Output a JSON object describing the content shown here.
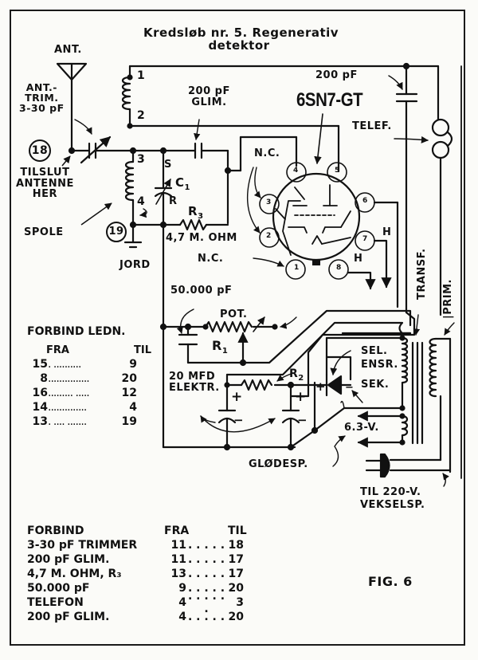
{
  "title": {
    "line1": "Kredsløb nr. 5. Regenerativ",
    "line2": "detektor"
  },
  "tube": {
    "name": "6SN7-GT",
    "pins": [
      "1",
      "2",
      "3",
      "4",
      "5",
      "6",
      "7",
      "8"
    ],
    "nc_label_top": "N.C.",
    "nc_label_bottom": "N.C.",
    "heater_labels": [
      "H",
      "H"
    ]
  },
  "labels": {
    "ant": "ANT.",
    "ant_trim": [
      "ANT.-",
      "TRIM.",
      "3-30 pF"
    ],
    "node18": "18",
    "node19": "19",
    "tilslut": [
      "TILSLUT",
      "ANTENNE",
      "HER"
    ],
    "spole": "SPOLE",
    "jord": "JORD",
    "coil_taps": [
      "1",
      "2",
      "3",
      "4"
    ],
    "c1_s": "S",
    "c1": "C",
    "c1_sub": "1",
    "c1_r": "R",
    "r3": "R",
    "r3_sub": "3",
    "r3_value": "4,7 M. OHM",
    "glim_cap": [
      "200 pF",
      "GLIM."
    ],
    "cap_200_top": "200 pF",
    "telef": "TELEF.",
    "cap_50000": "50.000 pF",
    "pot": "POT.",
    "r1": "R",
    "r1_sub": "1",
    "r2": "R",
    "r2_sub": "2",
    "elektr": [
      "20 MFD",
      "ELEKTR."
    ],
    "sel_ensr": [
      "SEL.",
      "ENSR.",
      "SEK."
    ],
    "transf": "TRANSF.",
    "prim": "PRIM.",
    "v63": "6.3-V.",
    "glodesp": "GLØDESP.",
    "mains": [
      "TIL 220-V.",
      "VEKSELSP."
    ],
    "plus": "+",
    "minus": "−",
    "fig": "FIG. 6"
  },
  "wiring_table_1": {
    "title": "FORBIND LEDN.",
    "headers": [
      "FRA",
      "TIL"
    ],
    "rows": [
      {
        "fra": "15",
        "dots": ". ..........",
        "til": "9"
      },
      {
        "fra": "8",
        "dots": "...............",
        "til": "20"
      },
      {
        "fra": "16",
        "dots": "......... .....",
        "til": "12"
      },
      {
        "fra": "14",
        "dots": "..............",
        "til": "4"
      },
      {
        "fra": "13",
        "dots": ". .... .......",
        "til": "19"
      }
    ]
  },
  "wiring_table_2": {
    "headers": [
      "FORBIND",
      "FRA",
      "TIL"
    ],
    "rows": [
      {
        "item": "3-30 pF TRIMMER",
        "fra": "11",
        "dots": ". . . . .",
        "til": "18"
      },
      {
        "item": "200 pF GLIM.",
        "fra": "11",
        "dots": ". . . . .",
        "til": "17"
      },
      {
        "item": "4,7 M. OHM, R₃",
        "fra": "13",
        "dots": ". . . . .",
        "til": "17"
      },
      {
        "item": "50.000 pF",
        "fra": "9",
        "dots": ". . . . .",
        "til": "20"
      },
      {
        "item": "TELEFON",
        "fra": "4",
        "dots": ". . . . . .",
        "til": "3"
      },
      {
        "item": "200 pF GLIM.",
        "fra": "4",
        "dots": ". . . . .",
        "til": "20"
      }
    ]
  }
}
